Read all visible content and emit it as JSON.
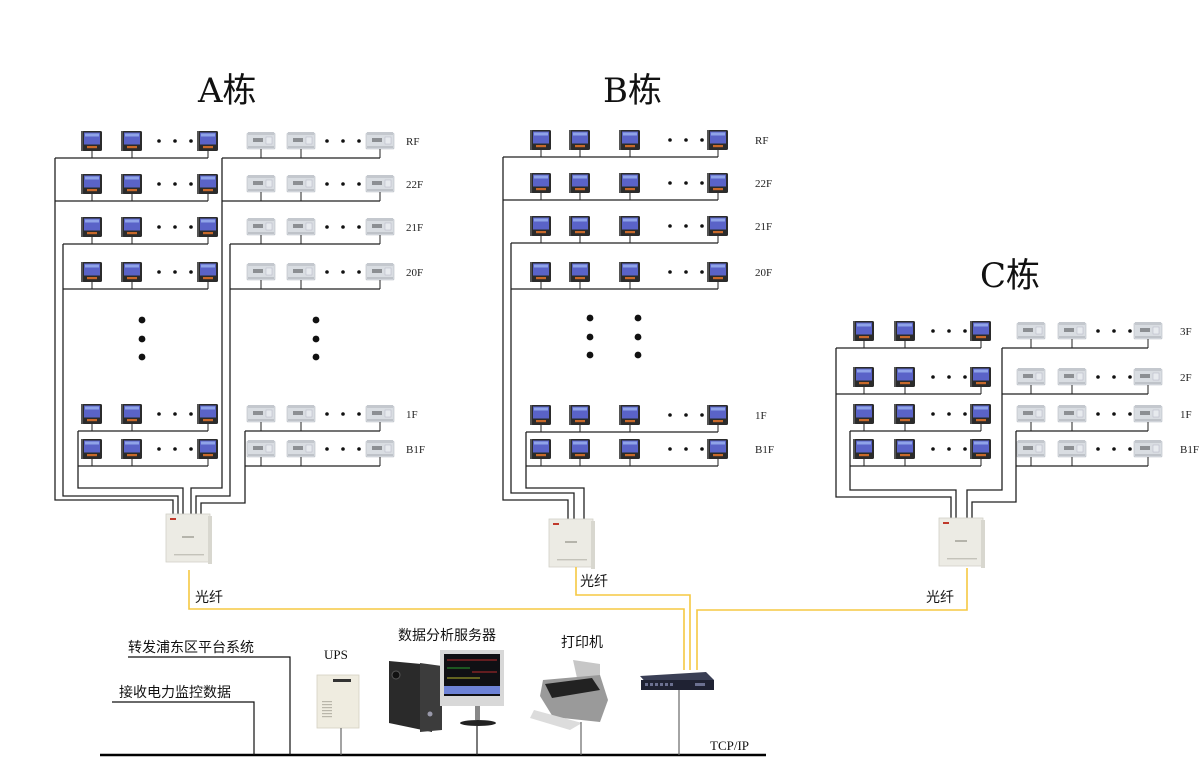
{
  "buildings": [
    {
      "id": "A",
      "title": "A栋",
      "floors": [
        "RF",
        "22F",
        "21F",
        "20F",
        "1F",
        "B1F"
      ],
      "device_types": [
        "power-meter",
        "din-rail-meter"
      ],
      "ellipsis": "• • •"
    },
    {
      "id": "B",
      "title": "B栋",
      "floors": [
        "RF",
        "22F",
        "21F",
        "20F",
        "1F",
        "B1F"
      ],
      "device_types": [
        "power-meter"
      ],
      "ellipsis": "• • •"
    },
    {
      "id": "C",
      "title": "C栋",
      "floors": [
        "3F",
        "2F",
        "1F",
        "B1F"
      ],
      "device_types": [
        "power-meter",
        "din-rail-meter"
      ],
      "ellipsis": "• • •"
    }
  ],
  "fiber_labels": [
    "光纤",
    "光纤",
    "光纤"
  ],
  "network": {
    "bus_label": "TCP/IP",
    "forward_label": "转发浦东区平台系统",
    "receive_label": "接收电力监控数据",
    "ups_label": "UPS",
    "server_label": "数据分析服务器",
    "printer_label": "打印机"
  },
  "colors": {
    "fiber": "#f5c842",
    "bus": "#000000",
    "meter_screen": "#5a63c8",
    "meter_body": "#2a2a2a",
    "din_body": "#d9dde2",
    "collector_box": "#ecebe4"
  }
}
